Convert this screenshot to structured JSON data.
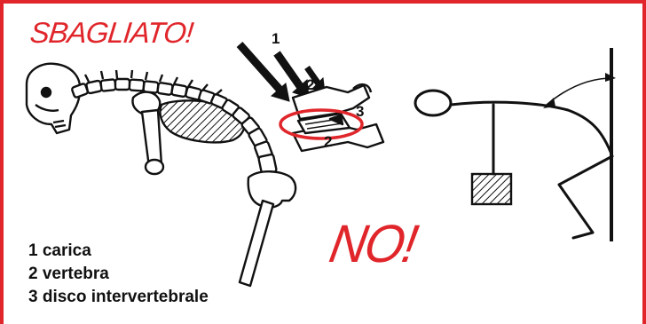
{
  "title": "SBAGLIATO!",
  "verdict": "NO!",
  "callouts": {
    "one": "1",
    "two": "2",
    "three": "3"
  },
  "legend": [
    "1 carica",
    "2 vertebra",
    "3 disco intervertebrale"
  ],
  "colors": {
    "accent": "#e0262b",
    "ink": "#111111",
    "background": "#ffffff"
  }
}
